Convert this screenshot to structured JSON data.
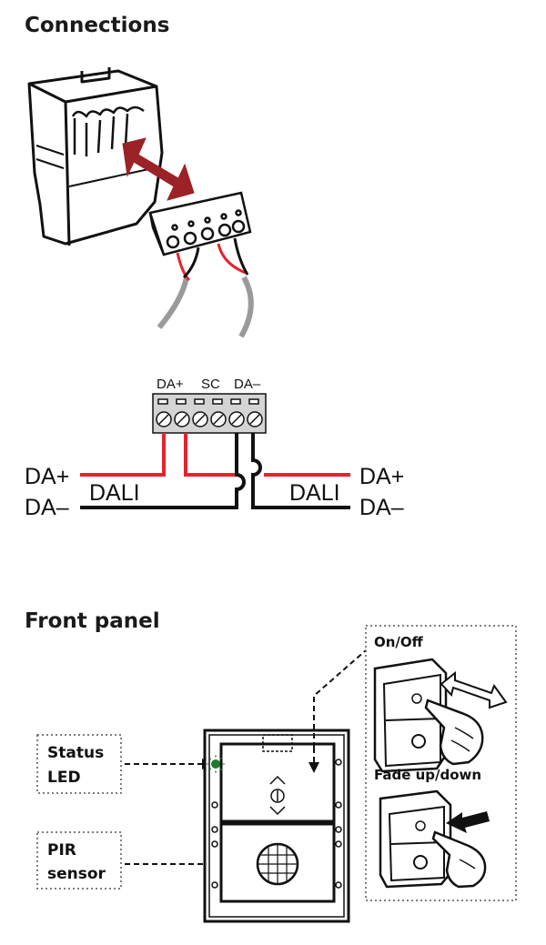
{
  "headings": {
    "connections": "Connections",
    "front_panel": "Front panel"
  },
  "terminal_labels": [
    "DA+",
    "SC",
    "DA–"
  ],
  "bus": {
    "left_plus": "DA+",
    "left_minus": "DA–",
    "left_dali": "DALI",
    "right_plus": "DA+",
    "right_minus": "DA–",
    "right_dali": "DALI"
  },
  "callouts": {
    "status_led": [
      "Status",
      "LED"
    ],
    "pir_sensor": [
      "PIR",
      "sensor"
    ]
  },
  "inset": {
    "on_off": "On/Off",
    "fade": "Fade up/down"
  },
  "colors": {
    "wire_red": "#e5232e",
    "wire_black": "#111111",
    "cable_grey": "#9a9a9a",
    "arrow_darkred": "#9b2226",
    "status_led": "#1e7a2e"
  },
  "icons": [
    "double-arrow-icon",
    "screw-terminal-icon",
    "pir-lens-icon",
    "chevron-up-icon",
    "chevron-down-icon",
    "on-off-icon",
    "hand-icon"
  ]
}
